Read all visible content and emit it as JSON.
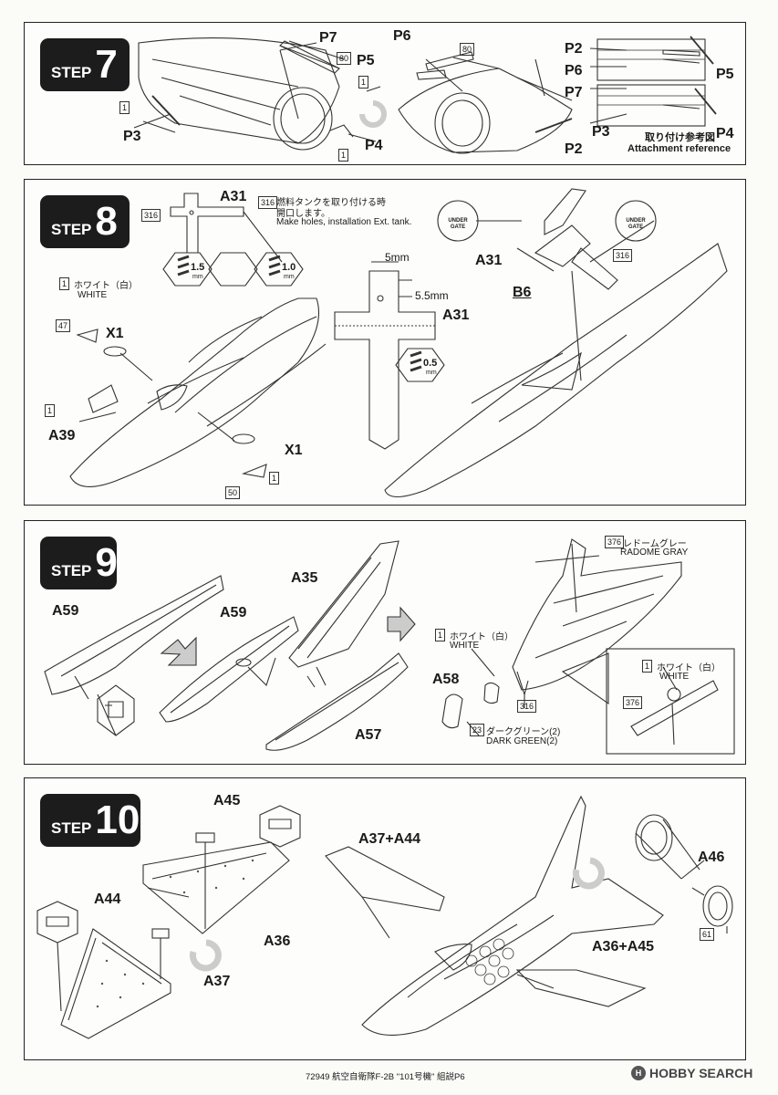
{
  "steps": [
    {
      "label": "STEP",
      "number": "7",
      "parts": [
        "P7",
        "P6",
        "P5",
        "P3",
        "P4",
        "P2",
        "P6",
        "P7",
        "P3",
        "P4",
        "P5",
        "P2"
      ],
      "callouts": [
        "80",
        "80",
        "1",
        "1",
        "1"
      ],
      "reference_title": "取り付け参考図",
      "reference_title_en": "Attachment reference"
    },
    {
      "label": "STEP",
      "number": "8",
      "parts": [
        "A31",
        "A31",
        "A31",
        "B6",
        "X1",
        "X1",
        "A39"
      ],
      "note_jp_1": "燃料タンクを取り付ける時",
      "note_jp_2": "開口します。",
      "note_en": "Make holes, installation Ext. tank.",
      "callouts": [
        "316",
        "316",
        "316",
        "1",
        "47",
        "1",
        "1",
        "50"
      ],
      "drill_sizes": [
        "1.5",
        "1.0",
        "0.5"
      ],
      "drill_unit": "mm",
      "dims": [
        "5mm",
        "5.5mm"
      ],
      "under_gate": "UNDER GATE",
      "white_jp": "ホワイト（白）",
      "white_en": "WHITE"
    },
    {
      "label": "STEP",
      "number": "9",
      "parts": [
        "A59",
        "A59",
        "A35",
        "A57",
        "A58"
      ],
      "callouts": [
        "376",
        "1",
        "316",
        "23",
        "1",
        "376"
      ],
      "radome_jp": "レドームグレー",
      "radome_en": "RADOME GRAY",
      "white_jp": "ホワイト（白）",
      "white_en": "WHITE",
      "green_jp": "ダークグリーン(2)",
      "green_en": "DARK GREEN(2)"
    },
    {
      "label": "STEP",
      "number": "10",
      "parts": [
        "A45",
        "A44",
        "A36",
        "A37",
        "A37+A44",
        "A46",
        "A36+A45"
      ],
      "callouts": [
        "61"
      ]
    }
  ],
  "footer": "72949 航空自衛隊F-2B \"101号機\" 組説P6",
  "watermark": "HOBBY SEARCH"
}
